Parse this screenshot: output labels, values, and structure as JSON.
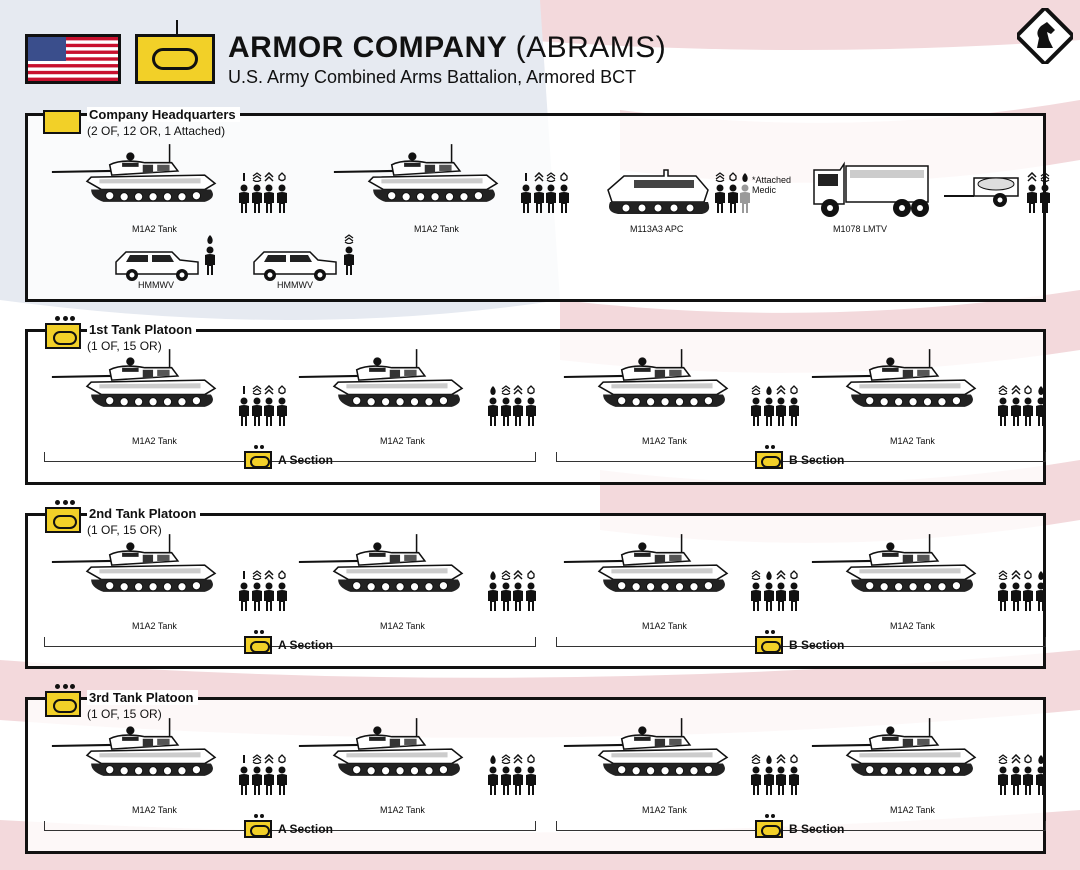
{
  "header": {
    "title_main": "ARMOR COMPANY",
    "title_paren": "(ABRAMS)",
    "subtitle": "U.S. Army Combined Arms Battalion, Armored BCT"
  },
  "colors": {
    "unit_yellow": "#f2d028",
    "stripe_red": "#e9bfc3",
    "canton_blue": "#c4cede",
    "flag_blue": "#3a4e8c",
    "flag_red": "#c8102e"
  },
  "icons": [
    "us-flag-icon",
    "armor-company-symbol-icon",
    "chess-knight-logo-icon",
    "tank-icon",
    "soldier-icon",
    "rank-insignia-icon",
    "hmmwv-icon",
    "apc-icon",
    "truck-icon",
    "trailer-icon"
  ],
  "hq": {
    "title": "Company Headquarters",
    "caption": "(2 OF, 12 OR, 1 Attached)",
    "vehicles": {
      "tank1": "M1A2 Tank",
      "tank2": "M1A2 Tank",
      "apc": "M113A3 APC",
      "truck": "M1078 LMTV",
      "hmmwv1": "HMMWV",
      "hmmwv2": "HMMWV"
    },
    "medic_note": "*Attached Medic"
  },
  "platoons": [
    {
      "title": "1st Tank Platoon",
      "caption": "(1 OF, 15 OR)",
      "tank_label": "M1A2 Tank",
      "section_a": "A Section",
      "section_b": "B Section"
    },
    {
      "title": "2nd Tank Platoon",
      "caption": "(1 OF, 15 OR)",
      "tank_label": "M1A2 Tank",
      "section_a": "A Section",
      "section_b": "B Section"
    },
    {
      "title": "3rd Tank Platoon",
      "caption": "(1 OF, 15 OR)",
      "tank_label": "M1A2 Tank",
      "section_a": "A Section",
      "section_b": "B Section"
    }
  ]
}
